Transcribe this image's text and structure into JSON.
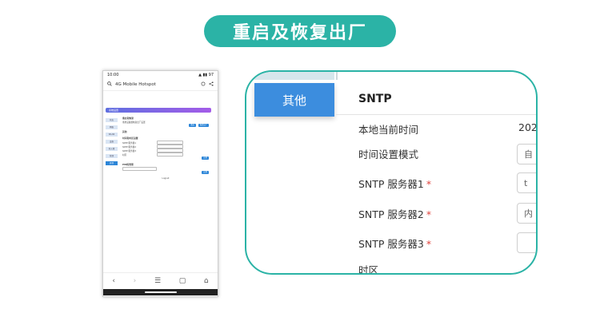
{
  "title": "重启及恢复出厂",
  "colors": {
    "accent": "#2bb3a6",
    "menu_active": "#3c8dde",
    "required": "#e0443e"
  },
  "phone": {
    "status_time": "10:00",
    "status_icons": "▲ ▮▮ 97",
    "url_text": "4G Mobile Hotspot",
    "icons": [
      "search-icon",
      "refresh-icon",
      "share-icon"
    ],
    "web": {
      "nav_title": "系统设置",
      "menu": [
        "状态",
        "网络",
        "WLAN",
        "设备",
        "防火墙",
        "管理",
        "其他"
      ],
      "sections": {
        "restart": {
          "title": "重启和恢复",
          "desc": "重启设备或恢复出厂设置",
          "btn_restart": "重启",
          "btn_reset": "恢复出厂"
        },
        "other": {
          "title": "其他"
        },
        "ntp": {
          "title": "时间和时区设置",
          "fields": [
            "SNTP 服务器1",
            "SNTP 服务器2",
            "SNTP 服务器3",
            "时区"
          ],
          "apply": "应用"
        },
        "pin": {
          "title": "PIN码管理",
          "apply": "应用"
        },
        "footer": "Logout"
      }
    },
    "nav_icons": [
      "back-icon",
      "forward-icon",
      "menu-icon",
      "tabs-icon",
      "home-icon"
    ]
  },
  "zoom": {
    "menu_label": "其他",
    "section_title": "SNTP",
    "rows": [
      {
        "label": "本地当前时间",
        "value": "202",
        "required": false
      },
      {
        "label": "时间设置模式",
        "value": "自",
        "required": false
      },
      {
        "label": "SNTP 服务器1",
        "value": "t",
        "required": true
      },
      {
        "label": "SNTP 服务器2",
        "value": "内",
        "required": true
      },
      {
        "label": "SNTP 服务器3",
        "value": "",
        "required": true
      },
      {
        "label": "时区",
        "value": "",
        "required": false
      }
    ],
    "required_mark": "*"
  }
}
